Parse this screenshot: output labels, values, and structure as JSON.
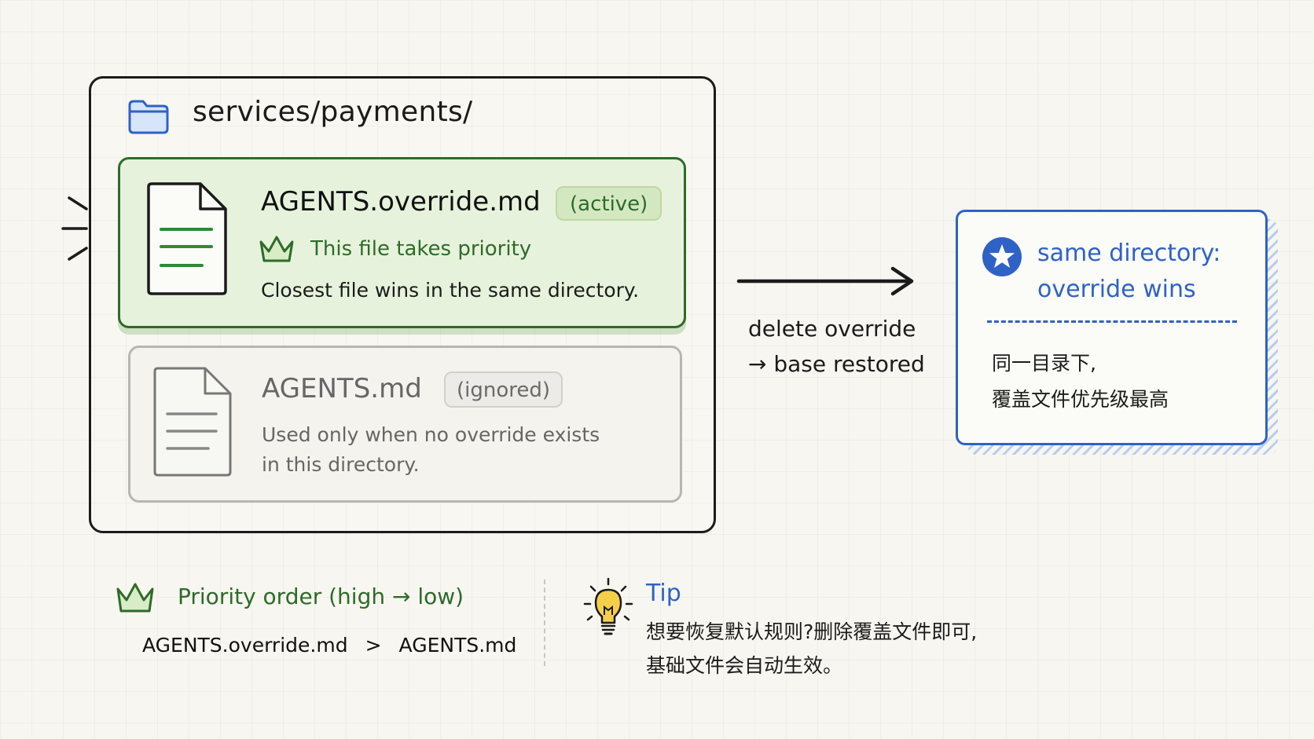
{
  "directory": {
    "path": "services/payments/",
    "icon": "folder-icon"
  },
  "active_file": {
    "name": "AGENTS.override.md",
    "badge": "(active)",
    "priority_note": "This file takes priority",
    "description": "Closest file wins in the same directory.",
    "icon": "document-icon"
  },
  "ignored_file": {
    "name": "AGENTS.md",
    "badge": "(ignored)",
    "description_line1": "Used only when no override exists",
    "description_line2": "in this directory.",
    "icon": "document-icon"
  },
  "transition": {
    "line1": "delete override",
    "line2": "→ base restored"
  },
  "result": {
    "title_line1": "same directory:",
    "title_line2": "override wins",
    "desc_line1": "同一目录下,",
    "desc_line2": "覆盖文件优先级最高",
    "icon": "star-icon"
  },
  "legend": {
    "title": "Priority order (high → low)",
    "first": "AGENTS.override.md",
    "separator": ">",
    "second": "AGENTS.md",
    "icon": "crown-icon"
  },
  "tip": {
    "title": "Tip",
    "line1": "想要恢复默认规则?删除覆盖文件即可,",
    "line2": "基础文件会自动生效。",
    "icon": "lightbulb-icon"
  },
  "colors": {
    "green": "#2e6b2a",
    "green_bg": "#e7f2dc",
    "blue": "#2f62c5",
    "gray": "#666666",
    "ink": "#1b1b1b"
  }
}
